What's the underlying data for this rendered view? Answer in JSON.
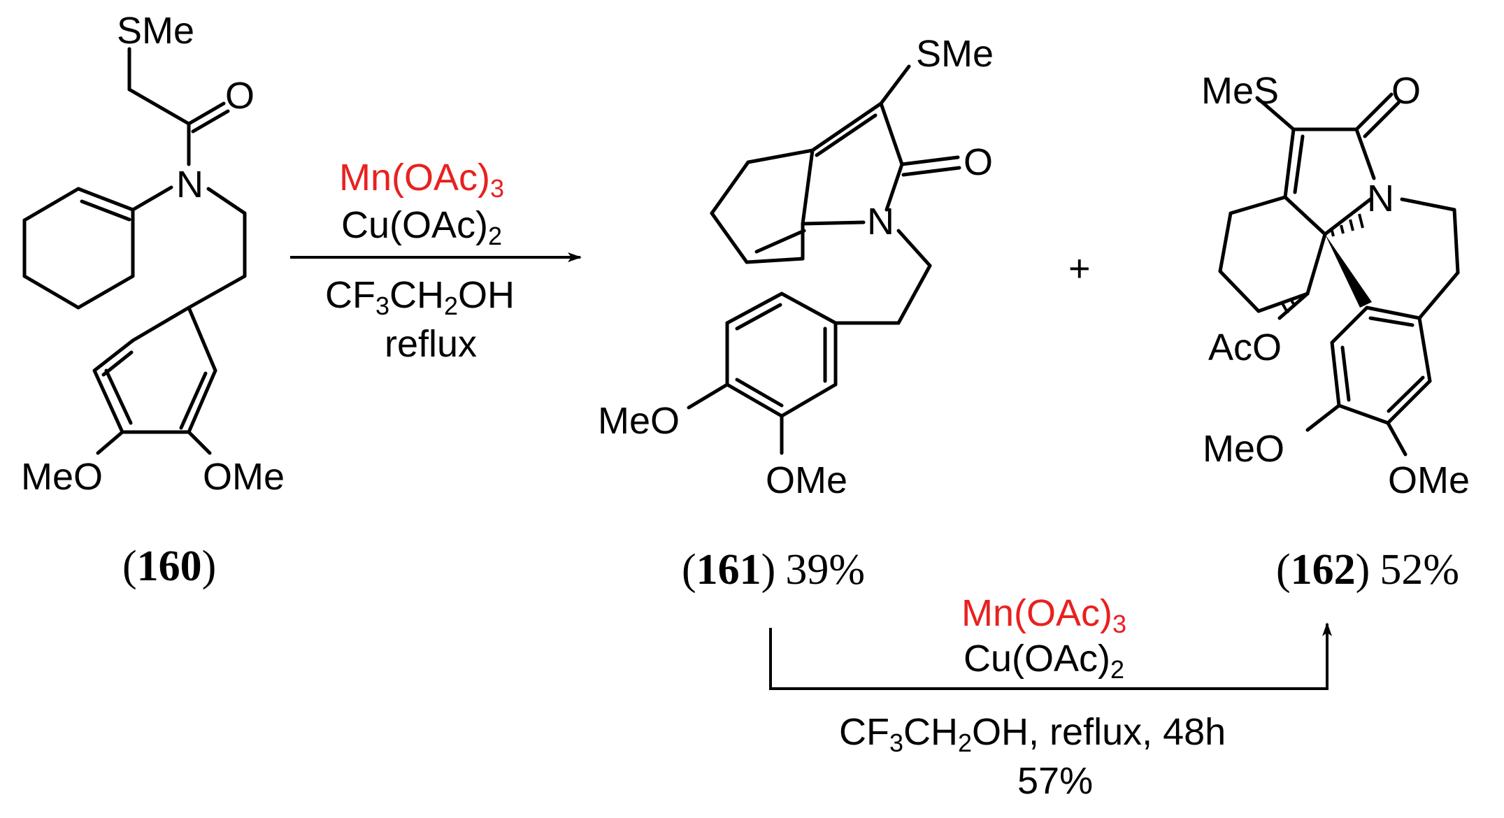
{
  "scheme": {
    "compound_160": {
      "label_open": "(",
      "label_number": "160",
      "label_close": ")",
      "atoms": {
        "sme": "SMe",
        "o_carbonyl": "O",
        "n": "N",
        "ome_left": "MeO",
        "ome_right": "OMe"
      }
    },
    "reaction_1": {
      "reagent_1": {
        "text": "Mn(OAc)",
        "sub": "3",
        "color": "#e8211f"
      },
      "reagent_2": {
        "text": "Cu(OAc)",
        "sub": "2"
      },
      "solvent": {
        "a": "CF",
        "s1": "3",
        "b": "CH",
        "s2": "2",
        "c": "OH"
      },
      "condition": "reflux"
    },
    "compound_161": {
      "label_open": "(",
      "label_number": "161",
      "label_close": ")",
      "yield": "39%",
      "atoms": {
        "sme": "SMe",
        "o_carbonyl": "O",
        "n": "N",
        "ome_left": "MeO",
        "ome_bottom": "OMe"
      }
    },
    "plus": "+",
    "compound_162": {
      "label_open": "(",
      "label_number": "162",
      "label_close": ")",
      "yield": "52%",
      "atoms": {
        "mes": "MeS",
        "o_carbonyl": "O",
        "n": "N",
        "aco": "AcO",
        "meo": "MeO",
        "ome": "OMe"
      }
    },
    "reaction_2": {
      "reagent_1": {
        "text": "Mn(OAc)",
        "sub": "3",
        "color": "#e8211f"
      },
      "reagent_2": {
        "text": "Cu(OAc)",
        "sub": "2"
      },
      "solvent": {
        "a": "CF",
        "s1": "3",
        "b": "CH",
        "s2": "2",
        "c": "OH, reflux, 48h"
      },
      "yield": "57%"
    }
  }
}
